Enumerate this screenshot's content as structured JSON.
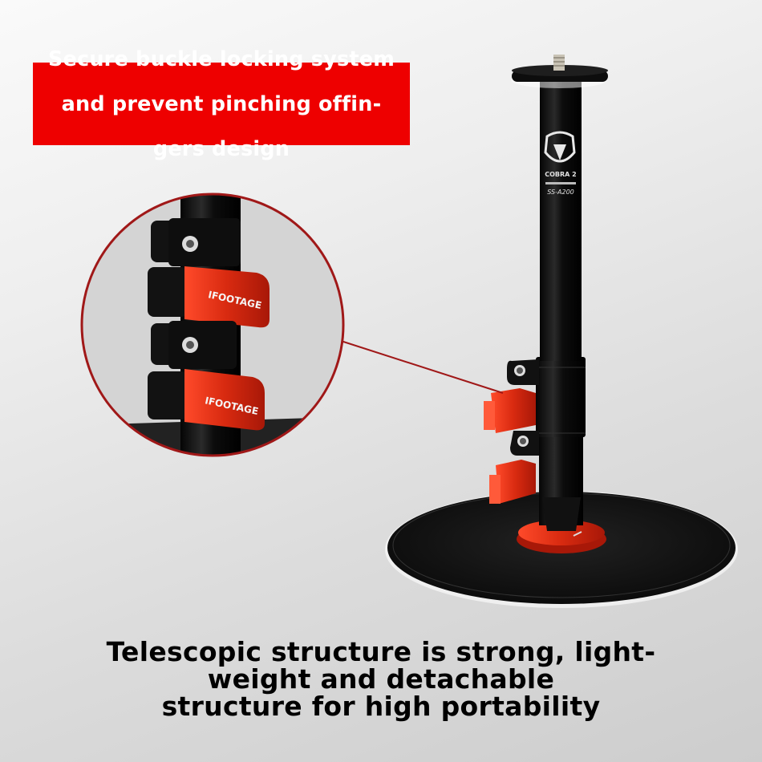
{
  "banner": {
    "lines": [
      "Secure buckle locking system",
      "and prevent pinching offin-",
      "gers design"
    ],
    "background_color": "#ee0000",
    "text_color": "#ffffff"
  },
  "caption": {
    "lines": [
      "Telescopic structure is strong, light-",
      "weight and detachable",
      "structure for high portability"
    ],
    "text_color": "#000000"
  },
  "product": {
    "name": "telescopic desktop stand",
    "brand_label": "COBRA 2",
    "model_label": "SS-A200",
    "clamp_brand": "IFOOTAGE",
    "accent_color": "#d42a10",
    "body_color": "#111111"
  },
  "callout": {
    "ring_color": "#a01818",
    "description": "zoomed view of locking buckles"
  }
}
